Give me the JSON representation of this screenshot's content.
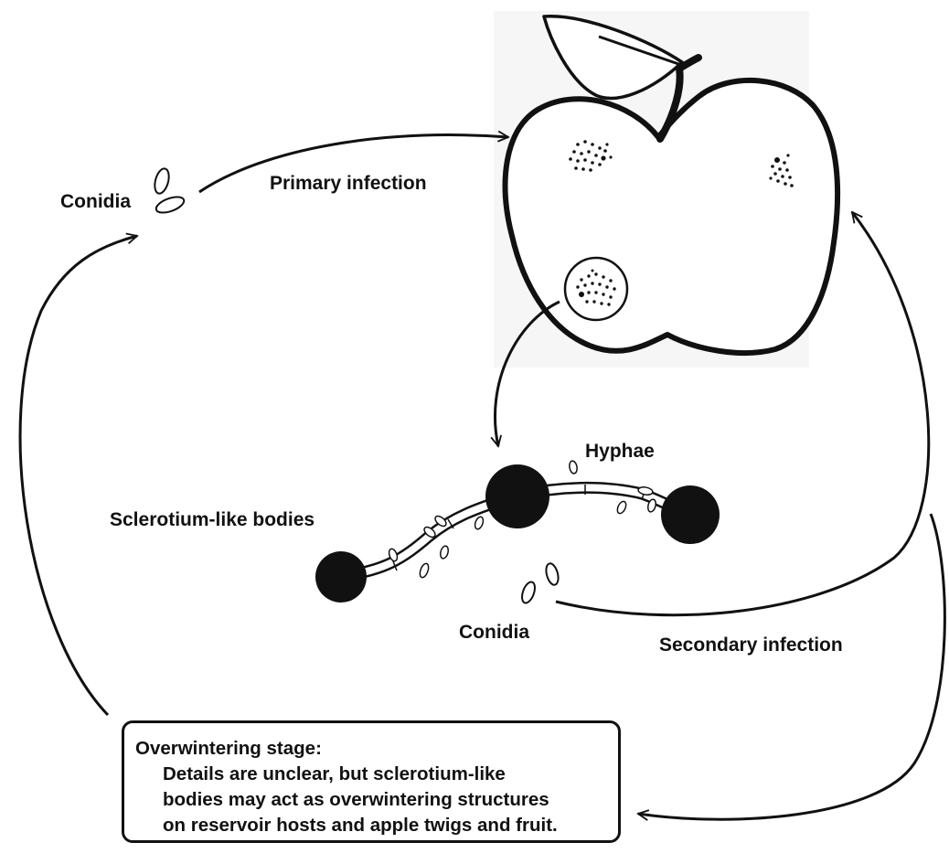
{
  "diagram": {
    "labels": {
      "conidia_left": "Conidia",
      "primary_infection": "Primary infection",
      "hyphae": "Hyphae",
      "sclerotium_bodies": "Sclerotium-like bodies",
      "conidia_bottom": "Conidia",
      "secondary_infection": "Secondary infection"
    },
    "overwintering_box": {
      "title": "Overwintering stage:",
      "lines": [
        "Details are unclear, but sclerotium-like",
        "bodies may act as overwintering structures",
        "on reservoir hosts and apple twigs and fruit."
      ]
    },
    "colors": {
      "ink": "#111111",
      "background": "#ffffff",
      "backdrop": "#f4f4f4"
    }
  }
}
